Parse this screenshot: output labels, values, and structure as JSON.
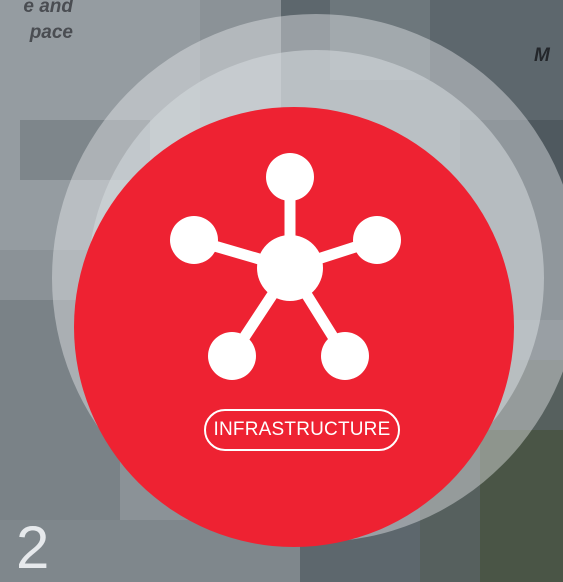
{
  "center": {
    "label": "INFRASTRUCTURE",
    "icon": "network-hub-icon",
    "color": "#ee2232"
  },
  "captions": {
    "left_line1": "e and",
    "left_line2": "pace",
    "right": "M"
  },
  "corner_text": "2"
}
